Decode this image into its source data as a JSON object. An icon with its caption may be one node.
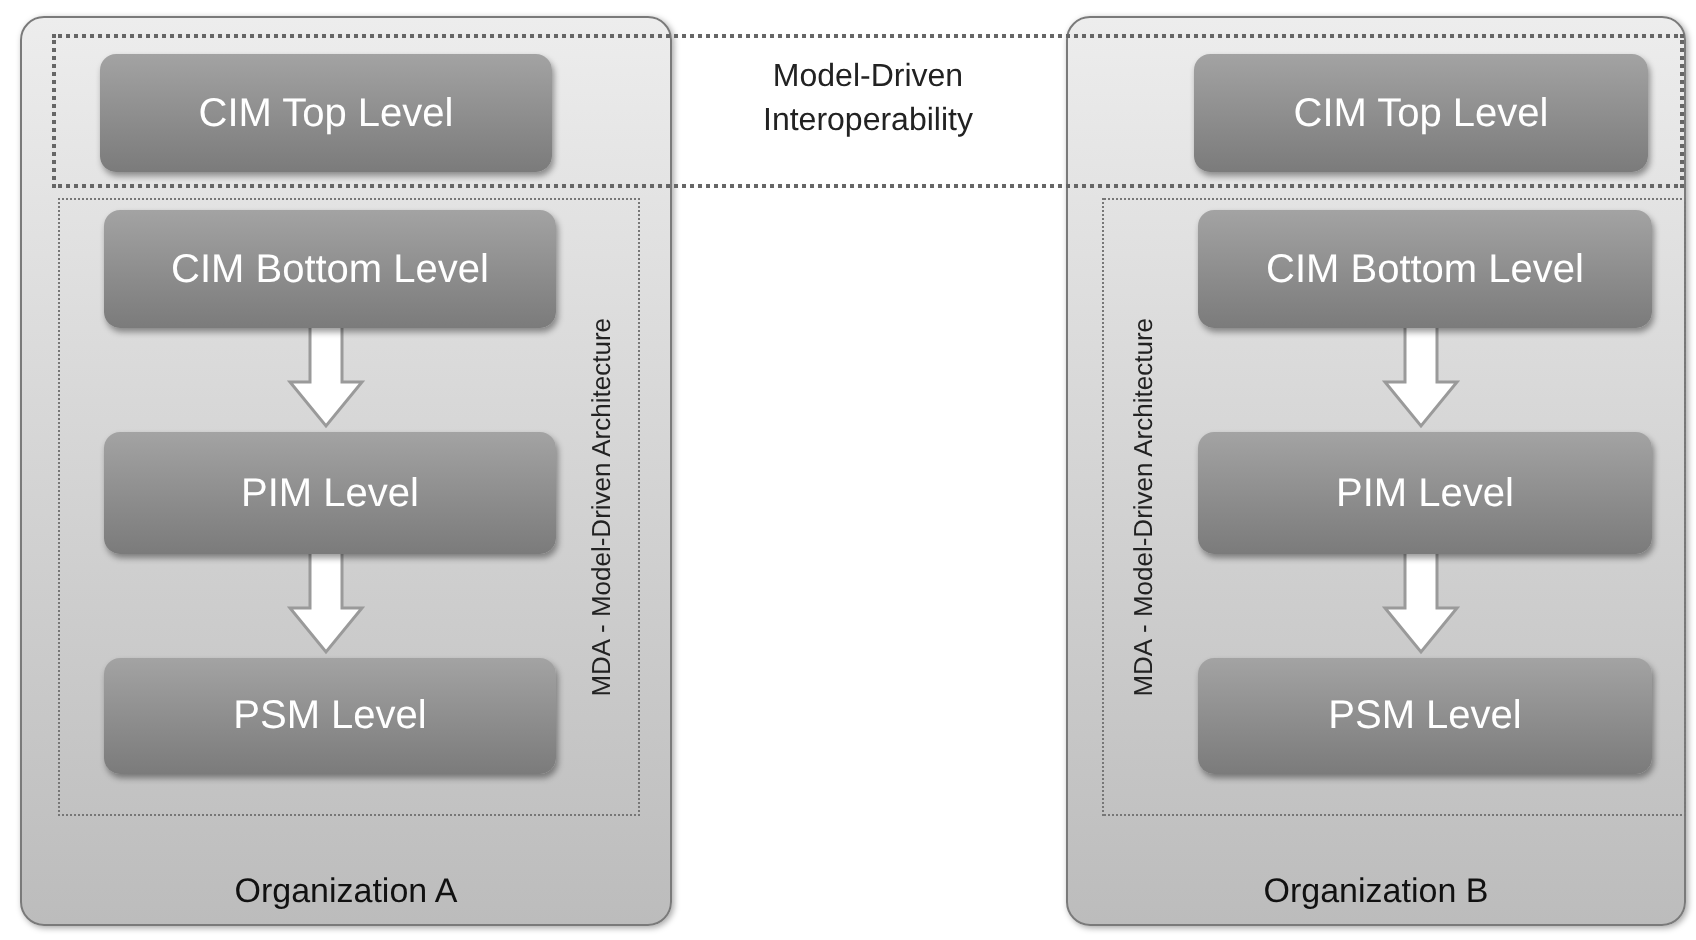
{
  "diagram": {
    "nodes": [
      {
        "text": [
          "Organization A"
        ]
      },
      {
        "text": [
          "CIM Top Level"
        ]
      },
      {
        "text": [
          "MDA - Model-Driven Architecture"
        ],
        "in": 0
      },
      {
        "text": [
          "CIM Bottom Level"
        ],
        "in": 2
      },
      {
        "text": [
          "PIM Level"
        ],
        "in": 2
      },
      {
        "text": [
          "PSM Level"
        ],
        "in": 2
      },
      {
        "text": [
          "Model-Driven Interoperability"
        ]
      },
      {
        "text": [
          "Organization B"
        ]
      },
      {
        "text": [
          "CIM Top Level"
        ]
      },
      {
        "text": [
          "MDA - Model-Driven Architecture"
        ],
        "in": 7
      },
      {
        "text": [
          "CIM Bottom Level"
        ],
        "in": 9
      },
      {
        "text": [
          "PIM Level"
        ],
        "in": 9
      },
      {
        "text": [
          "PSM Level"
        ],
        "in": 9
      }
    ],
    "edges": [
      {
        "from": 3,
        "to": 4,
        "arrow": "to"
      },
      {
        "from": 4,
        "to": 5,
        "arrow": "to"
      },
      {
        "from": 10,
        "to": 11,
        "arrow": "to"
      },
      {
        "from": 11,
        "to": 12,
        "arrow": "to"
      }
    ]
  }
}
